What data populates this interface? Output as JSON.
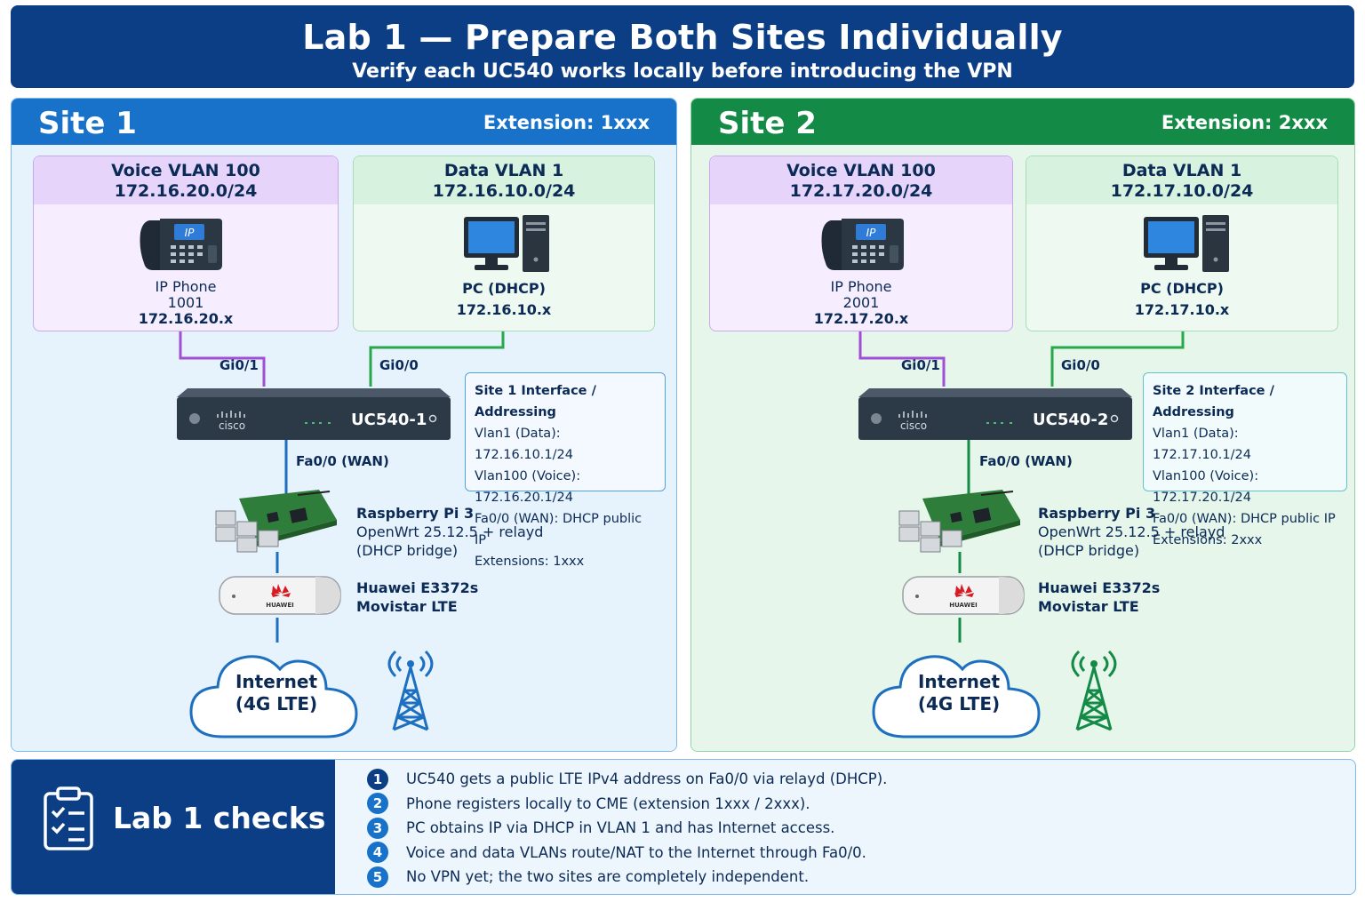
{
  "header": {
    "title": "Lab 1 — Prepare Both Sites Individually",
    "subtitle": "Verify each UC540 works locally before introducing the VPN"
  },
  "colors": {
    "navy": "#0c3e86",
    "site1": "#1872c9",
    "site2": "#138a45",
    "voice": "#a24fd8",
    "data": "#28a84a"
  },
  "sites": [
    {
      "name": "Site 1",
      "extension": "Extension: 1xxx",
      "voice_vlan": {
        "name": "Voice VLAN 100",
        "subnet": "172.16.20.0/24"
      },
      "data_vlan": {
        "name": "Data VLAN 1",
        "subnet": "172.16.10.0/24"
      },
      "phone": {
        "name": "IP Phone",
        "ext": "1001",
        "ip": "172.16.20.x",
        "screen": "IP"
      },
      "pc": {
        "name": "PC (DHCP)",
        "ip": "172.16.10.x"
      },
      "port_voice": "Gi0/1",
      "port_data": "Gi0/0",
      "router": {
        "name": "UC540-1",
        "brand": "cisco"
      },
      "wan_port": "Fa0/0 (WAN)",
      "interface_box": {
        "title": "Site 1 Interface / Addressing",
        "lines": [
          "Vlan1 (Data): 172.16.10.1/24",
          "Vlan100 (Voice): 172.16.20.1/24",
          "Fa0/0 (WAN): DHCP public IP",
          "Extensions: 1xxx"
        ]
      },
      "pi": {
        "name": "Raspberry Pi 3",
        "line2": "OpenWrt 25.12.5 + relayd",
        "line3": "(DHCP bridge)"
      },
      "modem": {
        "name": "Huawei E3372s",
        "line2": "Movistar LTE",
        "brand": "HUAWEI"
      },
      "cloud": {
        "line1": "Internet",
        "line2": "(4G LTE)"
      }
    },
    {
      "name": "Site 2",
      "extension": "Extension: 2xxx",
      "voice_vlan": {
        "name": "Voice VLAN 100",
        "subnet": "172.17.20.0/24"
      },
      "data_vlan": {
        "name": "Data VLAN 1",
        "subnet": "172.17.10.0/24"
      },
      "phone": {
        "name": "IP Phone",
        "ext": "2001",
        "ip": "172.17.20.x",
        "screen": "IP"
      },
      "pc": {
        "name": "PC (DHCP)",
        "ip": "172.17.10.x"
      },
      "port_voice": "Gi0/1",
      "port_data": "Gi0/0",
      "router": {
        "name": "UC540-2",
        "brand": "cisco"
      },
      "wan_port": "Fa0/0 (WAN)",
      "interface_box": {
        "title": "Site 2 Interface / Addressing",
        "lines": [
          "Vlan1 (Data): 172.17.10.1/24",
          "Vlan100 (Voice): 172.17.20.1/24",
          "Fa0/0 (WAN): DHCP public IP",
          "Extensions: 2xxx"
        ]
      },
      "pi": {
        "name": "Raspberry Pi 3",
        "line2": "OpenWrt 25.12.5 + relayd",
        "line3": "(DHCP bridge)"
      },
      "modem": {
        "name": "Huawei E3372s",
        "line2": "Movistar LTE",
        "brand": "HUAWEI"
      },
      "cloud": {
        "line1": "Internet",
        "line2": "(4G LTE)"
      }
    }
  ],
  "checks": {
    "title": "Lab 1 checks",
    "items": [
      {
        "num": "1",
        "text": "UC540 gets a public LTE IPv4 address on Fa0/0 via relayd (DHCP)."
      },
      {
        "num": "2",
        "text": "Phone registers locally to CME (extension 1xxx / 2xxx)."
      },
      {
        "num": "3",
        "text": "PC obtains IP via DHCP in VLAN 1 and has Internet access."
      },
      {
        "num": "4",
        "text": "Voice and data VLANs route/NAT to the Internet through Fa0/0."
      },
      {
        "num": "5",
        "text": "No VPN yet; the two sites are completely independent."
      }
    ]
  }
}
